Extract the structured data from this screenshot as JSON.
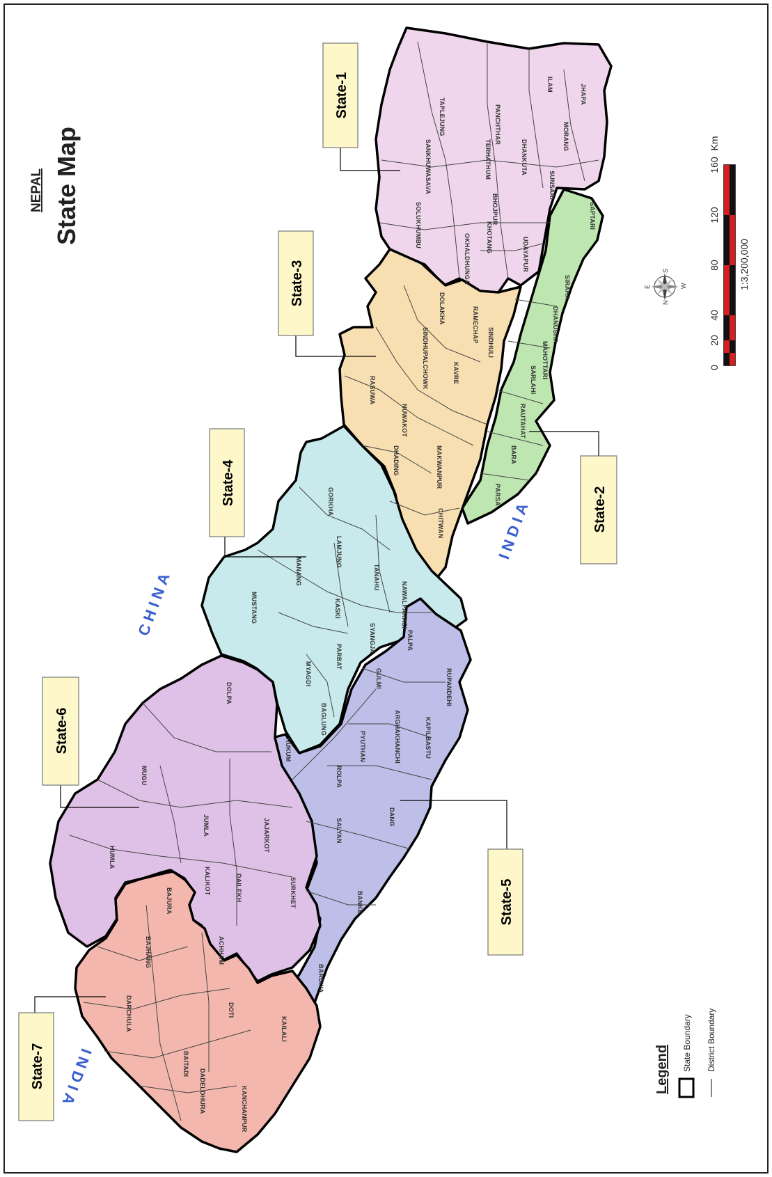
{
  "header": {
    "country": "NEPAL",
    "title": "State Map"
  },
  "colors": {
    "state_1": "#efd6ec",
    "state_2": "#bde6b0",
    "state_3": "#f7dfb1",
    "state_4": "#c8eaec",
    "state_5": "#bdbfe8",
    "state_6": "#dfc0e6",
    "state_7": "#f3b7ae",
    "country_label": "#3a5fd0",
    "scalebar_red": "#d42020",
    "tag_fill": "#fdf7c9"
  },
  "states": [
    {
      "id": "state-1",
      "label": "State-1",
      "districts": [
        "TAPLEJUNG",
        "PANCHTHAR",
        "ILAM",
        "JHAPA",
        "SANKHUWASAVA",
        "TERHATHUM",
        "DHANKUTA",
        "MORANG",
        "SOLUKHUMBU",
        "BHOJPUR",
        "SUNSARI",
        "OKHALDHUNGA",
        "KHOTANG",
        "UDAYAPUR"
      ]
    },
    {
      "id": "state-2",
      "label": "State-2",
      "districts": [
        "SAPTARI",
        "SIRAHA",
        "DHANUSHA",
        "MAHOTTARI",
        "SARLAHI",
        "RAUTAHAT",
        "BARA",
        "PARSA"
      ]
    },
    {
      "id": "state-3",
      "label": "State-3",
      "districts": [
        "DOLAKHA",
        "RAMECHAP",
        "SINDHULI",
        "SINDHUPALCHOWK",
        "KAVRE",
        "RASUWA",
        "NUWAKOT",
        "DHADING",
        "MAKWANPUR",
        "CHITWAN"
      ]
    },
    {
      "id": "state-4",
      "label": "State-4",
      "districts": [
        "GORKHA",
        "LAMJUNG",
        "TANAHU",
        "MANANG",
        "KASKI",
        "SYANGJA",
        "NAWALPARASI",
        "MUSTANG",
        "MYAGDI",
        "PARBAT",
        "BAGLUNG"
      ]
    },
    {
      "id": "state-5",
      "label": "State-5",
      "districts": [
        "PALPA",
        "RUPANDEHI",
        "GULMI",
        "KAPILBASTU",
        "ARGHAKHANCHI",
        "PYUTHAN",
        "ROLPA",
        "RUKUM",
        "DANG",
        "SALYAN",
        "BANKE",
        "BARDIYA"
      ]
    },
    {
      "id": "state-6",
      "label": "State-6",
      "districts": [
        "DOLPA",
        "MUGU",
        "JUMLA",
        "JAJARKOT",
        "HUMLA",
        "KALIKOT",
        "DAILEKH",
        "SURKHET"
      ]
    },
    {
      "id": "state-7",
      "label": "State-7",
      "districts": [
        "BAJURA",
        "BAJHANG",
        "ACHHAM",
        "DARCHULA",
        "DOTI",
        "KAILALI",
        "BAITADI",
        "DADELDHURA",
        "KANCHANPUR"
      ]
    }
  ],
  "country_labels": {
    "china": "CHINA",
    "india_south": "INDIA",
    "india_west": "INDIA"
  },
  "scale": {
    "ticks": [
      "0",
      "20",
      "40",
      "80",
      "120",
      "160"
    ],
    "unit": "Km",
    "ratio": "1:3,200,000"
  },
  "compass": {
    "n": "N",
    "s": "S",
    "e": "E",
    "w": "W",
    "icon": "compass-rose-icon"
  },
  "legend": {
    "title": "Legend",
    "items": [
      "State Boundary",
      "District Boundary"
    ]
  }
}
